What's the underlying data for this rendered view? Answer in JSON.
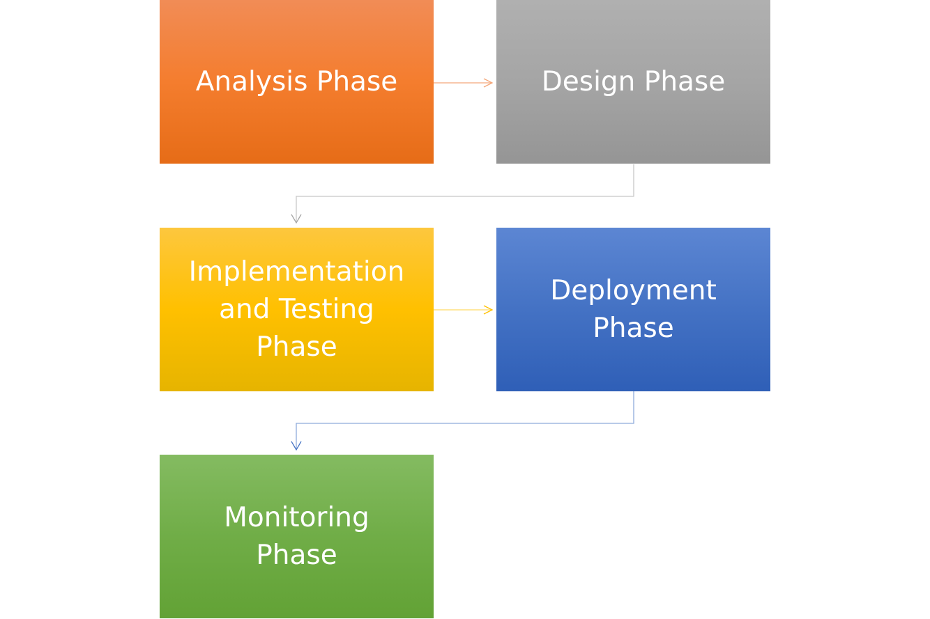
{
  "diagram": {
    "type": "flowchart",
    "nodes": [
      {
        "id": "analysis",
        "label": "Analysis Phase",
        "color": "#f47d2e"
      },
      {
        "id": "design",
        "label": "Design Phase",
        "color": "#a5a5a5"
      },
      {
        "id": "implementation",
        "label": "Implementation\nand Testing\nPhase",
        "color": "#ffc000"
      },
      {
        "id": "deployment",
        "label": "Deployment\nPhase",
        "color": "#4472c4"
      },
      {
        "id": "monitoring",
        "label": "Monitoring\nPhase",
        "color": "#70ad47"
      }
    ],
    "edges": [
      {
        "from": "analysis",
        "to": "design",
        "color": "#f4a77a"
      },
      {
        "from": "design",
        "to": "implementation",
        "color": "#c8c8c8"
      },
      {
        "from": "implementation",
        "to": "deployment",
        "color": "#ffd966"
      },
      {
        "from": "deployment",
        "to": "monitoring",
        "color": "#8eaadb"
      }
    ]
  }
}
